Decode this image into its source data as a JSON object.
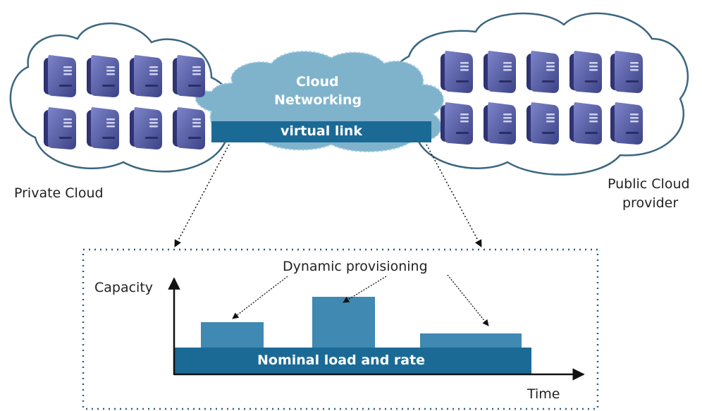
{
  "labels": {
    "private_cloud": "Private Cloud",
    "public_cloud_line1": "Public Cloud",
    "public_cloud_line2": "provider",
    "cloud_networking_line1": "Cloud",
    "cloud_networking_line2": "Networking",
    "virtual_link": "virtual link",
    "dynamic_provisioning": "Dynamic provisioning",
    "capacity": "Capacity",
    "time": "Time",
    "nominal": "Nominal load and rate"
  },
  "colors": {
    "cloud_outline": "#3b6680",
    "network_cloud": "#7fb3cc",
    "virtual_link": "#1b6a96",
    "nominal_bar": "#1b6a96",
    "burst_bar": "#3f89b2",
    "server_body": "#4a4f8e",
    "server_front": "#5c63a8",
    "white_text": "#ffffff"
  },
  "servers": {
    "private_count": 8,
    "public_count": 10
  }
}
